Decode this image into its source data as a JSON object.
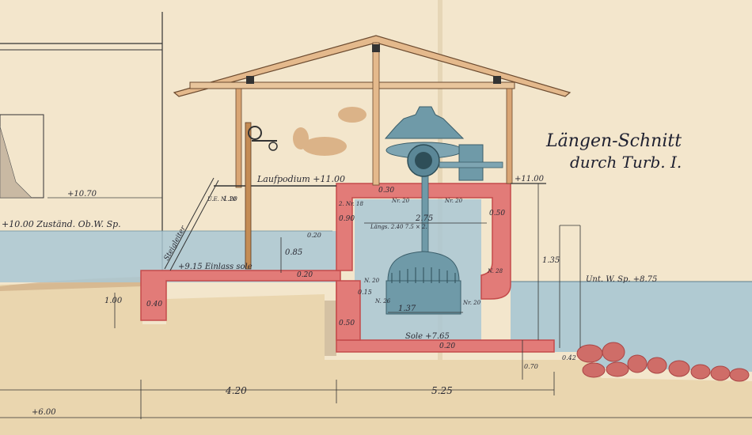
{
  "title": {
    "line1": "Längen-Schnitt",
    "line2": "durch Turb. I."
  },
  "labels": {
    "laufpodium": "Laufpodium +11.00",
    "right_top_level": "+11.00",
    "left_level": "+10.70",
    "zustand": "+10.00 Zuständ. Ob.W. Sp.",
    "einlass": "+9.15 Einlass sole",
    "unterwasser": "Unt. W. Sp. +8.75",
    "sole": "Sole +7.65",
    "bottom_level": "+6.00",
    "steigleiter": "Steigleiter",
    "nr10": "U.E. N. 10"
  },
  "dims": {
    "d_085": "0.85",
    "d_020a": "0.20",
    "d_030": "0.30",
    "d_270": "2.75",
    "d_090": "0.90",
    "d_020b": "0.20",
    "d_050": "0.50",
    "d_135": "1.35",
    "d_100": "1.00",
    "d_040": "0.40",
    "d_015": "0.15",
    "d_137": "1.37",
    "d_050b": "0.50",
    "d_020c": "0.20",
    "d_070": "0.70",
    "d_042": "0.42",
    "d_420": "4.20",
    "d_525": "5.25",
    "d_120": "1.20",
    "nr20a": "Nr. 20",
    "nr20b": "Nr. 20",
    "nr20c": "Nr. 20",
    "nr18": "2. Nr. 18",
    "nr28": "N. 28",
    "nr20d": "N. 20",
    "nr26": "N. 26",
    "inner": "Längs. 2.40   7.5 × 2."
  },
  "colors": {
    "paper": "#f3e6cc",
    "water": "#a9c7d3",
    "concrete": "#e27b78",
    "concrete_edge": "#c44b4b",
    "earth": "#e9d4ad",
    "wood": "#d9a574",
    "turbine": "#6f9aa8",
    "ink": "#2a2a33",
    "stone": "#cf6d68"
  }
}
